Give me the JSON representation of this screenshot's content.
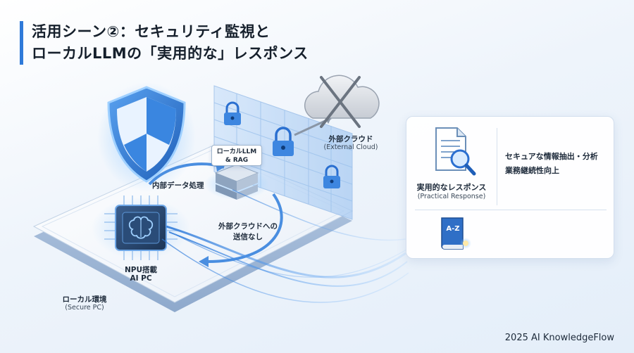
{
  "title": {
    "line1": "活用シーン②：セキュリティ監視と",
    "line2": "ローカルLLMの「実用的な」レスポンス"
  },
  "diagram": {
    "local_env_label": "ローカル環境",
    "local_env_sub": "(Secure PC)",
    "npu_label_line1": "NPU搭載",
    "npu_label_line2": "AI PC",
    "internal_processing": "内部データ処理",
    "llm_box_line1": "ローカルLLM",
    "llm_box_line2": "& RAG",
    "no_cloud_line1": "外部クラウドへの",
    "no_cloud_line2": "送信なし",
    "cloud_label": "外部クラウド",
    "cloud_sub": "(External Cloud)",
    "chip_icon": "brain-chip-icon",
    "shield_icon": "shield-icon",
    "lock_icon": "lock-icon",
    "cloud_icon": "cloud-icon"
  },
  "info_card": {
    "response_label": "実用的なレスポンス",
    "response_sub": "(Practical Response)",
    "bullet1": "セキュアな情報抽出・分析",
    "bullet2": "業務継続性向上",
    "book_letters": "A-Z",
    "doc_icon": "document-search-icon",
    "book_icon": "dictionary-icon"
  },
  "footer": "2025 AI KnowledgeFlow",
  "colors": {
    "accent": "#2f7ad9",
    "accent_light": "#7fb6f0",
    "platform": "#f5f8fc",
    "shield": "#2a6fd0"
  }
}
